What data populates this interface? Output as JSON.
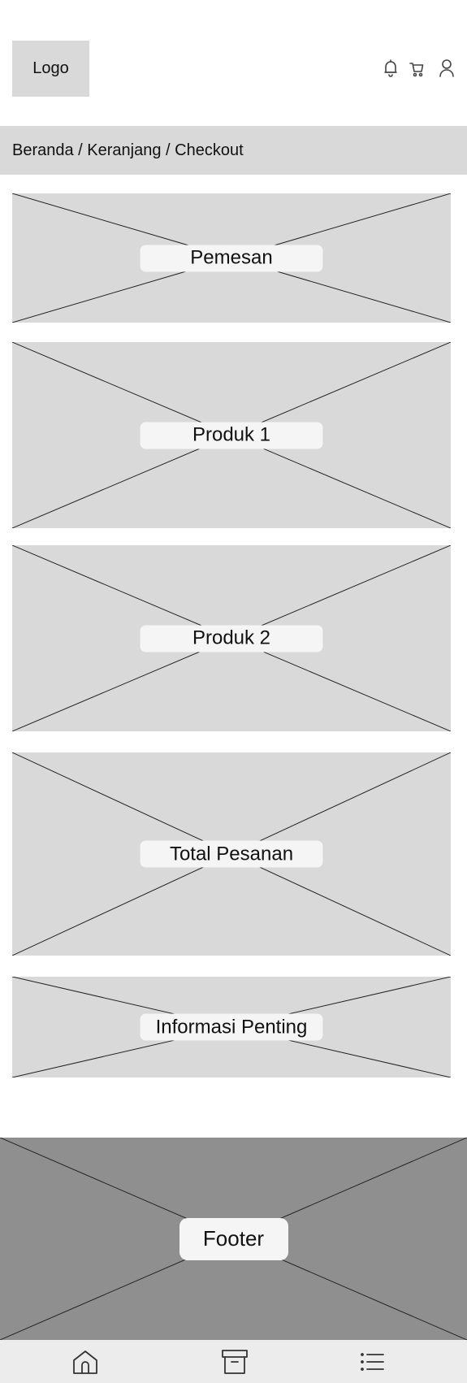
{
  "header": {
    "logo_text": "Logo",
    "icons": [
      "bell-icon",
      "cart-icon",
      "user-icon"
    ]
  },
  "breadcrumb": {
    "text": "Beranda / Keranjang / Checkout"
  },
  "sections": {
    "pemesan": "Pemesan",
    "produk1": "Produk 1",
    "produk2": "Produk 2",
    "total": "Total Pesanan",
    "info": "Informasi Penting"
  },
  "footer": {
    "label": "Footer"
  },
  "bottom_nav": {
    "icons": [
      "home-icon",
      "archive-icon",
      "list-icon"
    ]
  },
  "colors": {
    "placeholder": "#d9d9d9",
    "footer": "#8f8f8f",
    "label_bg": "#f5f5f5",
    "nav_bg": "#ececec"
  }
}
